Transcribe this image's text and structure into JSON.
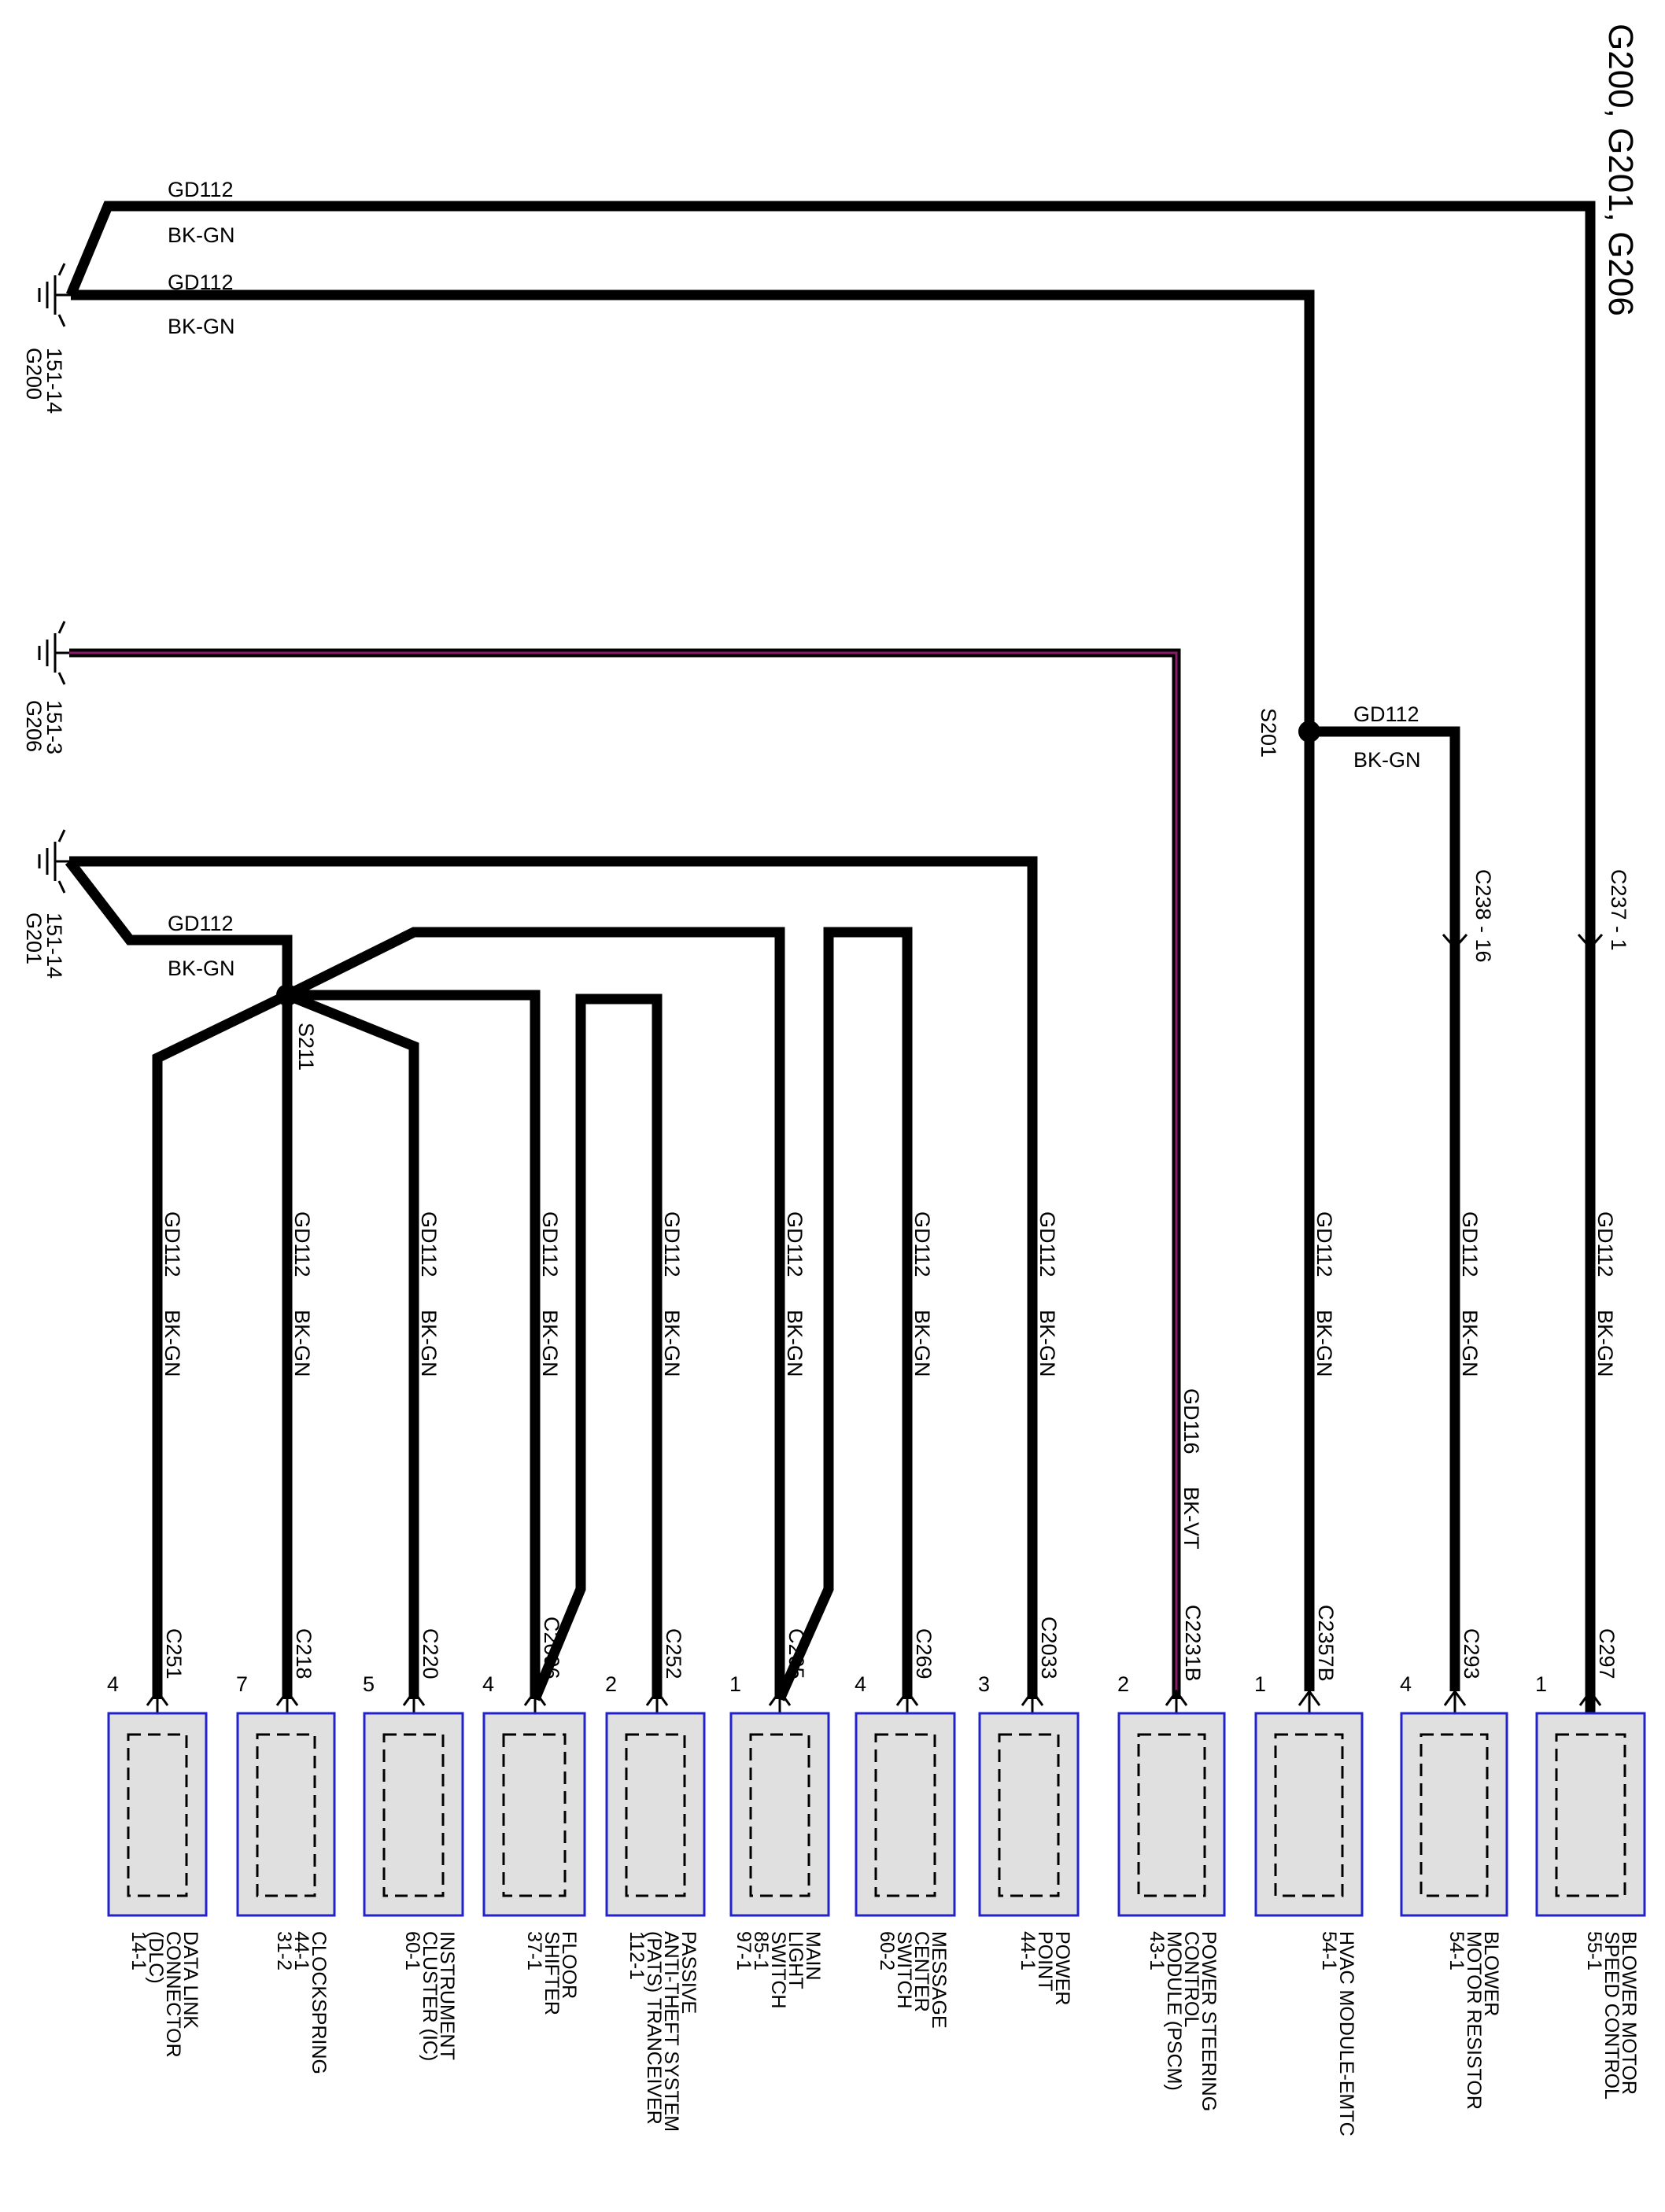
{
  "title": "G200, G201, G206",
  "grounds": {
    "g200": {
      "name": "G200",
      "ref": "151-14"
    },
    "g206": {
      "name": "G206",
      "ref": "151-3"
    },
    "g201": {
      "name": "G201",
      "ref": "151-14"
    }
  },
  "splices": {
    "s201": "S201",
    "s211": "S211"
  },
  "inline_connectors": {
    "c237": "C237 - 1",
    "c238": "C238 - 16"
  },
  "wire": {
    "circuit": "GD112",
    "color": "BK-GN",
    "circuit_116": "GD116",
    "color_116": "BK-VT"
  },
  "components": [
    {
      "connector": "C251",
      "pin": "4",
      "lines": [
        "DATA LINK",
        "CONNECTOR",
        "(DLC)",
        "14-1"
      ]
    },
    {
      "connector": "C218",
      "pin": "7",
      "lines": [
        "CLOCKSPRING",
        "44-1",
        "31-2"
      ]
    },
    {
      "connector": "C220",
      "pin": "5",
      "lines": [
        "INSTRUMENT",
        "CLUSTER (IC)",
        "60-1"
      ]
    },
    {
      "connector": "C2096",
      "pin": "4",
      "lines": [
        "FLOOR",
        "SHIFTER",
        "37-1"
      ]
    },
    {
      "connector": "C252",
      "pin": "2",
      "lines": [
        "PASSIVE",
        "ANTI-THEFT SYSTEM",
        "(PATS) TRANCEIVER",
        "112-1"
      ]
    },
    {
      "connector": "C205",
      "pin": "1",
      "lines": [
        "MAIN",
        "LIGHT",
        "SWITCH",
        "85-1",
        "97-1"
      ]
    },
    {
      "connector": "C269",
      "pin": "4",
      "lines": [
        "MESSAGE",
        "CENTER",
        "SWITCH",
        "60-2"
      ]
    },
    {
      "connector": "C2033",
      "pin": "3",
      "lines": [
        "POWER",
        "POINT",
        "44-1"
      ]
    },
    {
      "connector": "C2231B",
      "pin": "2",
      "lines": [
        "POWER STEERING",
        "CONTROL",
        "MODULE (PSCM)",
        "43-1"
      ]
    },
    {
      "connector": "C2357B",
      "pin": "1",
      "lines": [
        "HVAC MODULE-EMTC",
        "54-1"
      ]
    },
    {
      "connector": "C293",
      "pin": "4",
      "lines": [
        "BLOWER",
        "MOTOR RESISTOR",
        "54-1"
      ]
    },
    {
      "connector": "C297",
      "pin": "1",
      "lines": [
        "BLOWER MOTOR",
        "SPEED CONTROL",
        "55-1"
      ]
    }
  ],
  "colors": {
    "wire": "#000000",
    "wire_116_stripe": "#8b1a6b",
    "box_fill": "#e0e0e0",
    "box_border": "#2222cc"
  }
}
